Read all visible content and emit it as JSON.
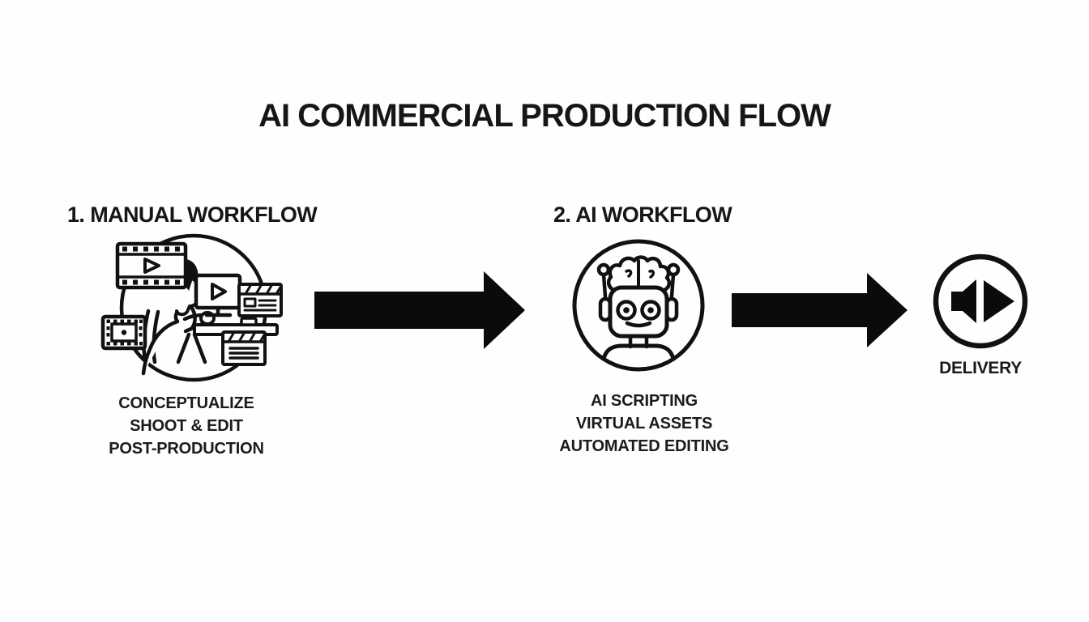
{
  "title": "AI COMMERCIAL PRODUCTION FLOW",
  "colors": {
    "ink": "#111111",
    "background": "#ffffff"
  },
  "steps": [
    {
      "heading": "1. MANUAL WORKFLOW",
      "icon": "manual-editing-scene-icon",
      "items": [
        "CONCEPTUALIZE",
        "SHOOT & EDIT",
        "POST-PRODUCTION"
      ]
    },
    {
      "heading": "2. AI WORKFLOW",
      "icon": "robot-icon",
      "items": [
        "AI SCRIPTING",
        "VIRTUAL ASSETS",
        "AUTOMATED EDITING"
      ]
    }
  ],
  "connectors": [
    {
      "icon": "right-arrow-icon"
    },
    {
      "icon": "right-arrow-icon"
    }
  ],
  "delivery": {
    "label": "DELIVERY",
    "icon": "speaker-play-icon"
  }
}
